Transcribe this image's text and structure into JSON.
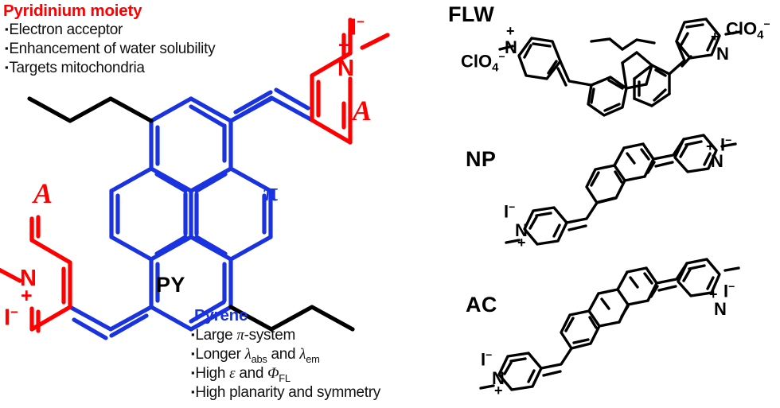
{
  "figure": {
    "type": "chemical-structure-graphical-abstract",
    "background": "#ffffff",
    "colors": {
      "acceptor_red": "#ff0000",
      "pi_blue": "#1a33e0",
      "alkyl_black": "#000000",
      "text_black": "#111111"
    }
  },
  "callouts": {
    "pyridinium": {
      "heading": "Pyridinium moiety",
      "color": "#ff0000",
      "bullets": [
        "Electron acceptor",
        "Enhancement of water solubility",
        "Targets mitochondria"
      ]
    },
    "pyrene": {
      "heading": "Pyrene",
      "color": "#1a33e0",
      "bullets": [
        "Large π-system",
        "Longer λ_abs and λ_em",
        "High ε and Φ_FL",
        "High planarity and symmetry"
      ],
      "bullets_rich": [
        {
          "prefix": "Large ",
          "greek": "π",
          "suffix": "-system"
        },
        {
          "prefix": "Longer ",
          "greek": "λ",
          "sub": "abs",
          "mid": " and ",
          "greek2": "λ",
          "sub2": "em"
        },
        {
          "prefix": "High ",
          "greek": "ε",
          "mid": " and ",
          "greek2": "Φ",
          "sub2": "FL"
        },
        {
          "prefix": "High planarity and symmetry"
        }
      ]
    }
  },
  "annotations": {
    "acceptor_left": "A",
    "acceptor_right": "A",
    "pi_bridge": "π"
  },
  "molecules": [
    {
      "id": "PY",
      "name": "PY",
      "core": "pyrene",
      "core_color": "#1a33e0",
      "arms": "2 styryl-pyridinium (red)",
      "substituents": "2 n-butyl chains (black)",
      "counterion": "I",
      "counterion_charge": "−",
      "nitrogen_label": "N",
      "nitrogen_charge": "+"
    },
    {
      "id": "FLW",
      "name": "FLW",
      "core": "9,9-diethylfluorene",
      "core_color": "#000000",
      "arms": "2 styryl-pyridinium",
      "counterion": "ClO",
      "counterion_sub": "4",
      "counterion_charge": "−",
      "nitrogen_label": "N",
      "nitrogen_charge": "+"
    },
    {
      "id": "NP",
      "name": "NP",
      "core": "naphthalene",
      "core_color": "#000000",
      "arms": "2 styryl-pyridinium",
      "counterion": "I",
      "counterion_charge": "−",
      "nitrogen_label": "N",
      "nitrogen_charge": "+"
    },
    {
      "id": "AC",
      "name": "AC",
      "core": "anthracene",
      "core_color": "#000000",
      "arms": "2 styryl-pyridinium",
      "counterion": "I",
      "counterion_charge": "−",
      "nitrogen_label": "N",
      "nitrogen_charge": "+"
    }
  ],
  "atom_labels": {
    "N": "N",
    "plus": "+",
    "minus": "−",
    "I": "I",
    "ClO4": "ClO",
    "ClO4_sub": "4"
  }
}
